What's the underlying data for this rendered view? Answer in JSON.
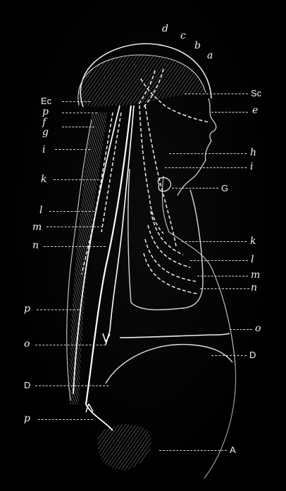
{
  "labels": {
    "d": "d",
    "c": "c",
    "b": "b",
    "a": "a",
    "Ec": "Ec",
    "Sc": "Sc",
    "p_left_top": "p",
    "e_right": "e",
    "f": "f",
    "g": "g",
    "i_left": "i",
    "h_right": "h",
    "i_right": "i",
    "k_left": "k",
    "G": "G",
    "l_left": "l",
    "m_left": "m",
    "n_left": "n",
    "k_right": "k",
    "l_right": "l",
    "m_right": "m",
    "n_right": "n",
    "p_left_mid": "p",
    "o_left": "o",
    "o_right": "o",
    "D_left": "D",
    "D_right": "D",
    "p_left_low": "p",
    "A": "A"
  },
  "colors": {
    "background": "#000000",
    "ink": "#f2f2f2"
  }
}
